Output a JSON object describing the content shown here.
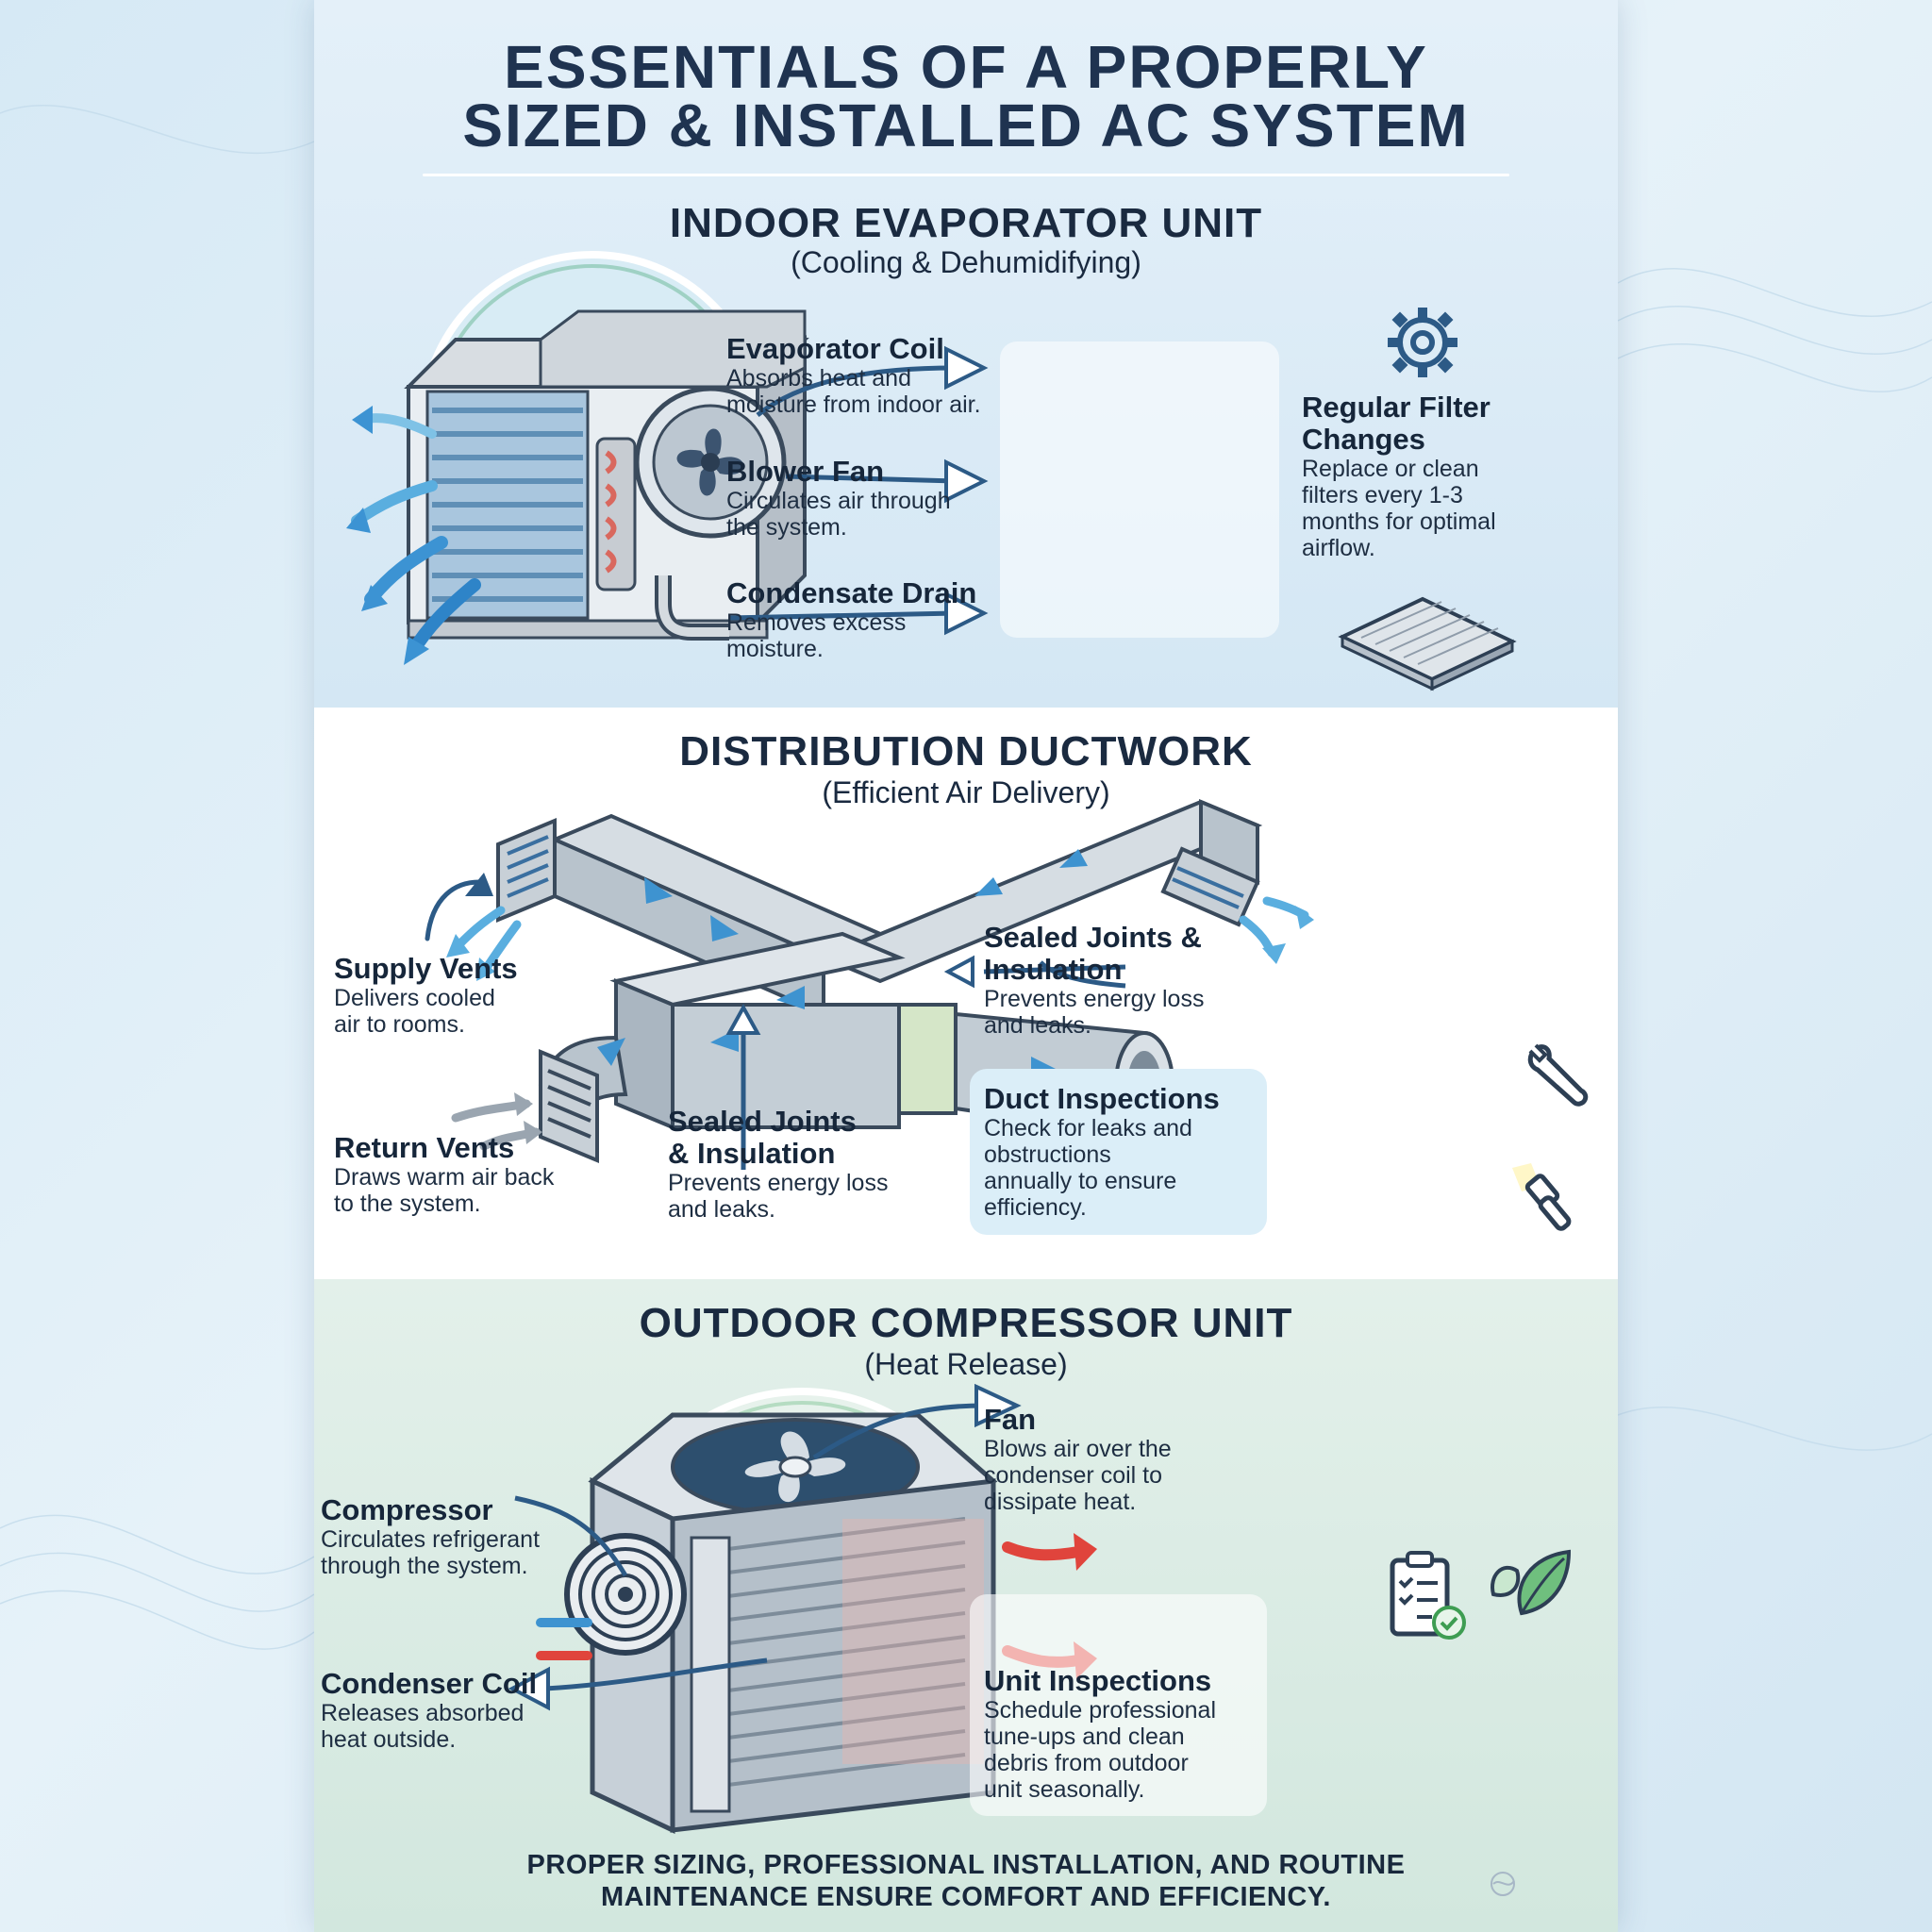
{
  "title": {
    "line1": "ESSENTIALS OF A PROPERLY",
    "line2": "SIZED & INSTALLED AC SYSTEM"
  },
  "indoor": {
    "heading": "INDOOR EVAPORATOR UNIT",
    "subheading": "(Cooling & Dehumidifying)",
    "evaporator_coil": {
      "title": "Evaporator Coil",
      "line1": "Absorbs heat and",
      "line2": "moisture from indoor air."
    },
    "blower_fan": {
      "title": "Blower Fan",
      "line1": "Circulates air through",
      "line2": "the system."
    },
    "condensate_drain": {
      "title": "Condensate Drain",
      "line1": "Removes excess",
      "line2": "moisture."
    },
    "filter_tip": {
      "title1": "Regular Filter",
      "title2": "Changes",
      "line1": "Replace or clean",
      "line2": "filters every 1-3",
      "line3": "months for optimal",
      "line4": "airflow."
    }
  },
  "ductwork": {
    "heading": "DISTRIBUTION DUCTWORK",
    "subheading": "(Efficient Air Delivery)",
    "supply_vents": {
      "title": "Supply Vents",
      "line1": "Delivers cooled",
      "line2": "air to rooms."
    },
    "return_vents": {
      "title": "Return Vents",
      "line1": "Draws warm air back",
      "line2": "to the system."
    },
    "sealed_center": {
      "title1": "Sealed Joints",
      "title2": "& Insulation",
      "line1": "Prevents energy loss",
      "line2": "and leaks."
    },
    "sealed_right": {
      "title1": "Sealed Joints &",
      "title2": "Insulation",
      "line1": "Prevents energy loss",
      "line2": "and leaks."
    },
    "inspection_tip": {
      "title": "Duct Inspections",
      "line1": "Check for leaks and",
      "line2": "obstructions",
      "line3": "annually to ensure",
      "line4": "efficiency."
    }
  },
  "outdoor": {
    "heading": "OUTDOOR COMPRESSOR UNIT",
    "subheading": "(Heat Release)",
    "fan": {
      "title": "Fan",
      "line1": "Blows air over the",
      "line2": "condenser coil to",
      "line3": "dissipate heat."
    },
    "compressor": {
      "title": "Compressor",
      "line1": "Circulates refrigerant",
      "line2": "through the system."
    },
    "condenser_coil": {
      "title": "Condenser Coil",
      "line1": "Releases absorbed",
      "line2": "heat outside."
    },
    "inspection_tip": {
      "title": "Unit Inspections",
      "line1": "Schedule professional",
      "line2": "tune-ups and clean",
      "line3": "debris from outdoor",
      "line4": "unit seasonally."
    }
  },
  "footer": {
    "line1": "PROPER SIZING, PROFESSIONAL INSTALLATION, AND ROUTINE",
    "line2": "MAINTENANCE ENSURE COMFORT AND EFFICIENCY."
  },
  "colors": {
    "navy": "#1f3350",
    "steel": "#3f5f80",
    "cool_blue": "#3e93d0",
    "hot_red": "#e0443c",
    "leaf_green": "#3e9d52"
  }
}
